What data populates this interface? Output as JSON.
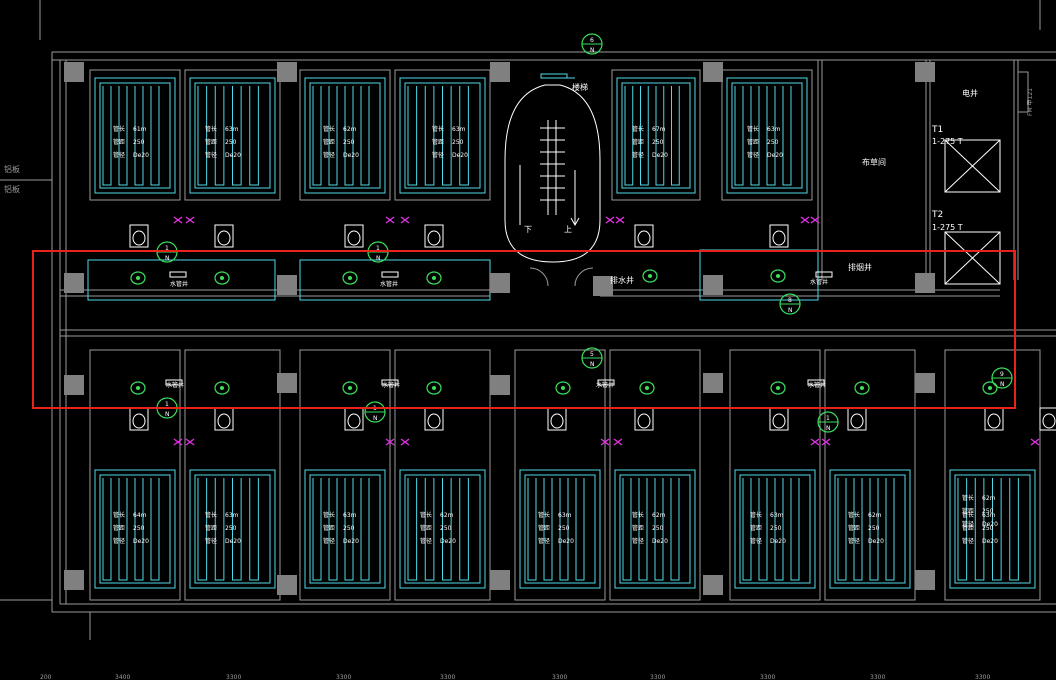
{
  "drawing": {
    "left_note_1": "铝板",
    "left_note_2": "铝板",
    "stair_label": "楼梯",
    "stair_down": "下",
    "stair_up": "上",
    "elevator_shaft": "电井",
    "fire_door": "FM 甲121",
    "cleaning_room": "布草间",
    "smoke_shaft": "排烟井",
    "water_shaft": "水管井",
    "pipe_shaft": "排水井",
    "t1": "T1",
    "t1_spec": "1-275 T",
    "t2": "T2",
    "t2_spec": "1-275 T",
    "highlight_color": "#e8231b",
    "pipe_color": "#4fd8e8",
    "wall_color": "#9a9a9a",
    "column_color": "#808080",
    "fixture_color": "#39e05a",
    "valve_color": "#e030e0"
  },
  "room_labels": {
    "upper": [
      {
        "spacing_label": "管距",
        "spacing_value": "250",
        "length_label": "管长",
        "length_value": "61m",
        "pipe_label": "管径",
        "pipe_value": "De20"
      },
      {
        "spacing_label": "管距",
        "spacing_value": "250",
        "length_label": "管长",
        "length_value": "63m",
        "pipe_label": "管径",
        "pipe_value": "De20"
      },
      {
        "spacing_label": "管距",
        "spacing_value": "250",
        "length_label": "管长",
        "length_value": "62m",
        "pipe_label": "管径",
        "pipe_value": "De20"
      },
      {
        "spacing_label": "管距",
        "spacing_value": "250",
        "length_label": "管长",
        "length_value": "63m",
        "pipe_label": "管径",
        "pipe_value": "De20"
      },
      {
        "spacing_label": "管距",
        "spacing_value": "250",
        "length_label": "管长",
        "length_value": "67m",
        "pipe_label": "管径",
        "pipe_value": "De20"
      },
      {
        "spacing_label": "管距",
        "spacing_value": "250",
        "length_label": "管长",
        "length_value": "63m",
        "pipe_label": "管径",
        "pipe_value": "De20"
      }
    ],
    "lower": [
      {
        "spacing_label": "管距",
        "spacing_value": "250",
        "length_label": "管长",
        "length_value": "64m",
        "pipe_label": "管径",
        "pipe_value": "De20"
      },
      {
        "spacing_label": "管距",
        "spacing_value": "250",
        "length_label": "管长",
        "length_value": "63m",
        "pipe_label": "管径",
        "pipe_value": "De20"
      },
      {
        "spacing_label": "管距",
        "spacing_value": "250",
        "length_label": "管长",
        "length_value": "63m",
        "pipe_label": "管径",
        "pipe_value": "De20"
      },
      {
        "spacing_label": "管距",
        "spacing_value": "250",
        "length_label": "管长",
        "length_value": "62m",
        "pipe_label": "管径",
        "pipe_value": "De20"
      },
      {
        "spacing_label": "管距",
        "spacing_value": "250",
        "length_label": "管长",
        "length_value": "63m",
        "pipe_label": "管径",
        "pipe_value": "De20"
      },
      {
        "spacing_label": "管距",
        "spacing_value": "250",
        "length_label": "管长",
        "length_value": "62m",
        "pipe_label": "管径",
        "pipe_value": "De20"
      },
      {
        "spacing_label": "管距",
        "spacing_value": "250",
        "length_label": "管长",
        "length_value": "63m",
        "pipe_label": "管径",
        "pipe_value": "De20"
      },
      {
        "spacing_label": "管距",
        "spacing_value": "250",
        "length_label": "管长",
        "length_value": "62m",
        "pipe_label": "管径",
        "pipe_value": "De20"
      },
      {
        "spacing_label": "管距",
        "spacing_value": "250",
        "length_label": "管长",
        "length_value": "62m",
        "pipe_label": "管径",
        "pipe_value": "De20"
      },
      {
        "spacing_label": "管距",
        "spacing_value": "250",
        "length_label": "管长",
        "length_value": "63m",
        "pipe_label": "管径",
        "pipe_value": "De20"
      }
    ]
  },
  "markers": [
    {
      "num": "6",
      "dir": "N"
    },
    {
      "num": "1",
      "dir": "N"
    },
    {
      "num": "1",
      "dir": "N"
    },
    {
      "num": "8",
      "dir": "N"
    },
    {
      "num": "5",
      "dir": "N"
    },
    {
      "num": "1",
      "dir": "N"
    },
    {
      "num": "1",
      "dir": "N"
    },
    {
      "num": "1",
      "dir": "N"
    },
    {
      "num": "9",
      "dir": "N"
    }
  ],
  "dimensions": [
    "200",
    "3400",
    "3300",
    "3300",
    "3300",
    "3300",
    "3300",
    "3300",
    "3300",
    "3300"
  ]
}
